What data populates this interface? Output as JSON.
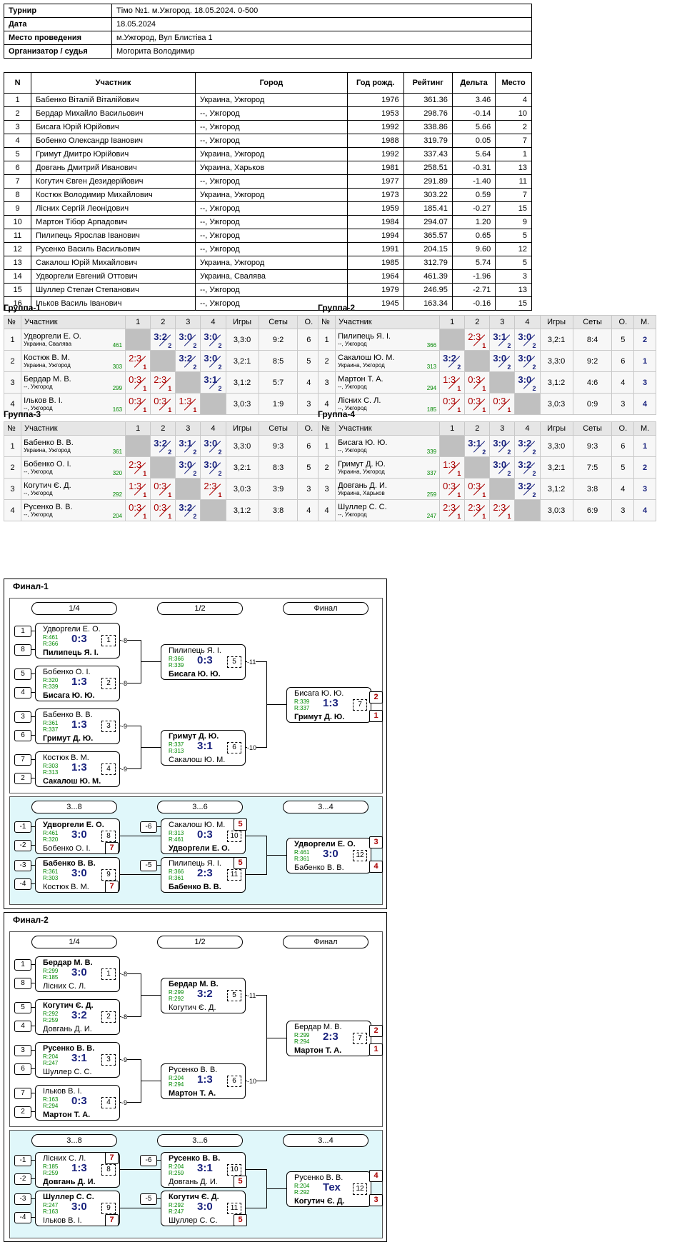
{
  "info": [
    {
      "k": "Турнир",
      "v": "Тімо №1. м.Ужгород. 18.05.2024. 0-500"
    },
    {
      "k": "Дата",
      "v": "18.05.2024"
    },
    {
      "k": "Место проведения",
      "v": "м.Ужгород, Вул Блистіва 1"
    },
    {
      "k": "Организатор / судья",
      "v": "Могорита Володимир"
    }
  ],
  "parts_header": [
    "N",
    "Участник",
    "Город",
    "Год рожд.",
    "Рейтинг",
    "Дельта",
    "Место"
  ],
  "parts": [
    [
      "1",
      "Бабенко Віталій Віталійович",
      "Украина, Ужгород",
      "1976",
      "361.36",
      "3.46",
      "4"
    ],
    [
      "2",
      "Бердар Михайло Васильович",
      "--, Ужгород",
      "1953",
      "298.76",
      "-0.14",
      "10"
    ],
    [
      "3",
      "Бисага Юрій Юрійович",
      "--, Ужгород",
      "1992",
      "338.86",
      "5.66",
      "2"
    ],
    [
      "4",
      "Бобенко Олександр Іванович",
      "--, Ужгород",
      "1988",
      "319.79",
      "0.05",
      "7"
    ],
    [
      "5",
      "Гримут Дмитро Юрійович",
      "Украина, Ужгород",
      "1992",
      "337.43",
      "5.64",
      "1"
    ],
    [
      "6",
      "Довгань Дмитрий Иванович",
      "Украина, Харьков",
      "1981",
      "258.51",
      "-0.31",
      "13"
    ],
    [
      "7",
      "Когутич Євген Дезидерійович",
      "--, Ужгород",
      "1977",
      "291.89",
      "-1.40",
      "11"
    ],
    [
      "8",
      "Костюк Володимир Михайлович",
      "Украина, Ужгород",
      "1973",
      "303.22",
      "0.59",
      "7"
    ],
    [
      "9",
      "Лісних Сергій Леонідович",
      "--, Ужгород",
      "1959",
      "185.41",
      "-0.27",
      "15"
    ],
    [
      "10",
      "Мартон Тібор Арпадович",
      "--, Ужгород",
      "1984",
      "294.07",
      "1.20",
      "9"
    ],
    [
      "11",
      "Пилипець Ярослав Іванович",
      "--, Ужгород",
      "1994",
      "365.57",
      "0.65",
      "5"
    ],
    [
      "12",
      "Русенко Василь Васильович",
      "--, Ужгород",
      "1991",
      "204.15",
      "9.60",
      "12"
    ],
    [
      "13",
      "Сакалош Юрій Михайлович",
      "Украина, Ужгород",
      "1985",
      "312.79",
      "5.74",
      "5"
    ],
    [
      "14",
      "Удворгели Евгений Оттович",
      "Украина, Свалява",
      "1964",
      "461.39",
      "-1.96",
      "3"
    ],
    [
      "15",
      "Шуллер Степан Степанович",
      "--, Ужгород",
      "1979",
      "246.95",
      "-2.71",
      "13"
    ],
    [
      "16",
      "Ільков Василь Іванович",
      "--, Ужгород",
      "1945",
      "163.34",
      "-0.16",
      "15"
    ]
  ],
  "group_header": [
    "№",
    "Участник",
    "1",
    "2",
    "3",
    "4",
    "Игры",
    "Сеты",
    "О.",
    "М."
  ],
  "groups": [
    {
      "title": "Группа-1",
      "rows": [
        {
          "n": "1",
          "name": "Удворгели Е. О.",
          "city": "Украина, Свалява",
          "r": "461",
          "cells": [
            null,
            [
              "3:2",
              "2",
              "w"
            ],
            [
              "3:0",
              "2",
              "w"
            ],
            [
              "3:0",
              "2",
              "w"
            ]
          ],
          "games": "3,3:0",
          "sets": "9:2",
          "pts": "6",
          "pl": "1"
        },
        {
          "n": "2",
          "name": "Костюк В. М.",
          "city": "Украина, Ужгород",
          "r": "303",
          "cells": [
            [
              "2:3",
              "1",
              "l"
            ],
            null,
            [
              "3:2",
              "2",
              "w"
            ],
            [
              "3:0",
              "2",
              "w"
            ]
          ],
          "games": "3,2:1",
          "sets": "8:5",
          "pts": "5",
          "pl": "2"
        },
        {
          "n": "3",
          "name": "Бердар М. В.",
          "city": "--, Ужгород",
          "r": "299",
          "cells": [
            [
              "0:3",
              "1",
              "l"
            ],
            [
              "2:3",
              "1",
              "l"
            ],
            null,
            [
              "3:1",
              "2",
              "w"
            ]
          ],
          "games": "3,1:2",
          "sets": "5:7",
          "pts": "4",
          "pl": "3"
        },
        {
          "n": "4",
          "name": "Ільков В. І.",
          "city": "--, Ужгород",
          "r": "163",
          "cells": [
            [
              "0:3",
              "1",
              "l"
            ],
            [
              "0:3",
              "1",
              "l"
            ],
            [
              "1:3",
              "1",
              "l"
            ],
            null
          ],
          "games": "3,0:3",
          "sets": "1:9",
          "pts": "3",
          "pl": "4"
        }
      ]
    },
    {
      "title": "Группа-2",
      "rows": [
        {
          "n": "1",
          "name": "Пилипець Я. І.",
          "city": "--, Ужгород",
          "r": "366",
          "cells": [
            null,
            [
              "2:3",
              "1",
              "l"
            ],
            [
              "3:1",
              "2",
              "w"
            ],
            [
              "3:0",
              "2",
              "w"
            ]
          ],
          "games": "3,2:1",
          "sets": "8:4",
          "pts": "5",
          "pl": "2"
        },
        {
          "n": "2",
          "name": "Сакалош Ю. М.",
          "city": "Украина, Ужгород",
          "r": "313",
          "cells": [
            [
              "3:2",
              "2",
              "w"
            ],
            null,
            [
              "3:0",
              "2",
              "w"
            ],
            [
              "3:0",
              "2",
              "w"
            ]
          ],
          "games": "3,3:0",
          "sets": "9:2",
          "pts": "6",
          "pl": "1"
        },
        {
          "n": "3",
          "name": "Мартон Т. А.",
          "city": "--, Ужгород",
          "r": "294",
          "cells": [
            [
              "1:3",
              "1",
              "l"
            ],
            [
              "0:3",
              "1",
              "l"
            ],
            null,
            [
              "3:0",
              "2",
              "w"
            ]
          ],
          "games": "3,1:2",
          "sets": "4:6",
          "pts": "4",
          "pl": "3"
        },
        {
          "n": "4",
          "name": "Лісних С. Л.",
          "city": "--, Ужгород",
          "r": "185",
          "cells": [
            [
              "0:3",
              "1",
              "l"
            ],
            [
              "0:3",
              "1",
              "l"
            ],
            [
              "0:3",
              "1",
              "l"
            ],
            null
          ],
          "games": "3,0:3",
          "sets": "0:9",
          "pts": "3",
          "pl": "4"
        }
      ]
    },
    {
      "title": "Группа-3",
      "rows": [
        {
          "n": "1",
          "name": "Бабенко В. В.",
          "city": "Украина, Ужгород",
          "r": "361",
          "cells": [
            null,
            [
              "3:2",
              "2",
              "w"
            ],
            [
              "3:1",
              "2",
              "w"
            ],
            [
              "3:0",
              "2",
              "w"
            ]
          ],
          "games": "3,3:0",
          "sets": "9:3",
          "pts": "6",
          "pl": "1"
        },
        {
          "n": "2",
          "name": "Бобенко О. І.",
          "city": "--, Ужгород",
          "r": "320",
          "cells": [
            [
              "2:3",
              "1",
              "l"
            ],
            null,
            [
              "3:0",
              "2",
              "w"
            ],
            [
              "3:0",
              "2",
              "w"
            ]
          ],
          "games": "3,2:1",
          "sets": "8:3",
          "pts": "5",
          "pl": "2"
        },
        {
          "n": "3",
          "name": "Когутич Є. Д.",
          "city": "--, Ужгород",
          "r": "292",
          "cells": [
            [
              "1:3",
              "1",
              "l"
            ],
            [
              "0:3",
              "1",
              "l"
            ],
            null,
            [
              "2:3",
              "1",
              "l"
            ]
          ],
          "games": "3,0:3",
          "sets": "3:9",
          "pts": "3",
          "pl": "4"
        },
        {
          "n": "4",
          "name": "Русенко В. В.",
          "city": "--, Ужгород",
          "r": "204",
          "cells": [
            [
              "0:3",
              "1",
              "l"
            ],
            [
              "0:3",
              "1",
              "l"
            ],
            [
              "3:2",
              "2",
              "w"
            ],
            null
          ],
          "games": "3,1:2",
          "sets": "3:8",
          "pts": "4",
          "pl": "3"
        }
      ]
    },
    {
      "title": "Группа-4",
      "rows": [
        {
          "n": "1",
          "name": "Бисага Ю. Ю.",
          "city": "--, Ужгород",
          "r": "339",
          "cells": [
            null,
            [
              "3:1",
              "2",
              "w"
            ],
            [
              "3:0",
              "2",
              "w"
            ],
            [
              "3:2",
              "2",
              "w"
            ]
          ],
          "games": "3,3:0",
          "sets": "9:3",
          "pts": "6",
          "pl": "1"
        },
        {
          "n": "2",
          "name": "Гримут Д. Ю.",
          "city": "Украина, Ужгород",
          "r": "337",
          "cells": [
            [
              "1:3",
              "1",
              "l"
            ],
            null,
            [
              "3:0",
              "2",
              "w"
            ],
            [
              "3:2",
              "2",
              "w"
            ]
          ],
          "games": "3,2:1",
          "sets": "7:5",
          "pts": "5",
          "pl": "2"
        },
        {
          "n": "3",
          "name": "Довгань Д. И.",
          "city": "Украина, Харьков",
          "r": "259",
          "cells": [
            [
              "0:3",
              "1",
              "l"
            ],
            [
              "0:3",
              "1",
              "l"
            ],
            null,
            [
              "3:2",
              "2",
              "w"
            ]
          ],
          "games": "3,1:2",
          "sets": "3:8",
          "pts": "4",
          "pl": "3"
        },
        {
          "n": "4",
          "name": "Шуллер С. С.",
          "city": "--, Ужгород",
          "r": "247",
          "cells": [
            [
              "2:3",
              "1",
              "l"
            ],
            [
              "2:3",
              "1",
              "l"
            ],
            [
              "2:3",
              "1",
              "l"
            ],
            null
          ],
          "games": "3,0:3",
          "sets": "6:9",
          "pts": "3",
          "pl": "4"
        }
      ]
    }
  ],
  "finals": [
    {
      "title": "Финал-1",
      "pills": [
        "1/4",
        "1/2",
        "Финал",
        "3...8",
        "3...6",
        "3...4"
      ],
      "seeds": [
        "1",
        "8",
        "5",
        "4",
        "3",
        "6",
        "7",
        "2"
      ],
      "lseeds": [
        "-1",
        "-2",
        "-3",
        "-4",
        "-6",
        "-5"
      ],
      "matches": [
        {
          "t": "Удворгели Е. О.",
          "tb": false,
          "r1": "R:461",
          "r2": "R:366",
          "s": "0:3",
          "b": "Пилипець Я. І.",
          "bb": true,
          "m": "1"
        },
        {
          "t": "Бобенко О. І.",
          "tb": false,
          "r1": "R:320",
          "r2": "R:339",
          "s": "1:3",
          "b": "Бисага Ю. Ю.",
          "bb": true,
          "m": "2"
        },
        {
          "t": "Бабенко В. В.",
          "tb": false,
          "r1": "R:361",
          "r2": "R:337",
          "s": "1:3",
          "b": "Гримут Д. Ю.",
          "bb": true,
          "m": "3"
        },
        {
          "t": "Костюк В. М.",
          "tb": false,
          "r1": "R:303",
          "r2": "R:313",
          "s": "1:3",
          "b": "Сакалош Ю. М.",
          "bb": true,
          "m": "4"
        },
        {
          "t": "Пилипець Я. І.",
          "tb": false,
          "r1": "R:366",
          "r2": "R:339",
          "s": "0:3",
          "b": "Бисага Ю. Ю.",
          "bb": true,
          "m": "5"
        },
        {
          "t": "Гримут Д. Ю.",
          "tb": true,
          "r1": "R:337",
          "r2": "R:313",
          "s": "3:1",
          "b": "Сакалош Ю. М.",
          "bb": false,
          "m": "6"
        },
        {
          "t": "Бисага Ю. Ю.",
          "tb": false,
          "r1": "R:339",
          "r2": "R:337",
          "s": "1:3",
          "b": "Гримут Д. Ю.",
          "bb": true,
          "m": "7"
        },
        {
          "t": "Удворгели Е. О.",
          "tb": true,
          "r1": "R:461",
          "r2": "R:320",
          "s": "3:0",
          "b": "Бобенко О. І.",
          "bb": false,
          "m": "8"
        },
        {
          "t": "Бабенко В. В.",
          "tb": true,
          "r1": "R:361",
          "r2": "R:303",
          "s": "3:0",
          "b": "Костюк В. М.",
          "bb": false,
          "m": "9"
        },
        {
          "t": "Сакалош Ю. М.",
          "tb": false,
          "r1": "R:313",
          "r2": "R:461",
          "s": "0:3",
          "b": "Удворгели Е. О.",
          "bb": true,
          "m": "10"
        },
        {
          "t": "Пилипець Я. І.",
          "tb": false,
          "r1": "R:366",
          "r2": "R:361",
          "s": "2:3",
          "b": "Бабенко В. В.",
          "bb": true,
          "m": "11"
        },
        {
          "t": "Удворгели Е. О.",
          "tb": true,
          "r1": "R:461",
          "r2": "R:361",
          "s": "3:0",
          "b": "Бабенко В. В.",
          "bb": false,
          "m": "12"
        }
      ],
      "losers": [
        "-8",
        "-8",
        "-9",
        "-9",
        "-11",
        "-10"
      ],
      "tags": [
        "2",
        "1",
        "7",
        "7",
        "5",
        "5",
        "3",
        "4"
      ]
    },
    {
      "title": "Финал-2",
      "pills": [
        "1/4",
        "1/2",
        "Финал",
        "3...8",
        "3...6",
        "3...4"
      ],
      "seeds": [
        "1",
        "8",
        "5",
        "4",
        "3",
        "6",
        "7",
        "2"
      ],
      "lseeds": [
        "-1",
        "-2",
        "-3",
        "-4",
        "-6",
        "-5"
      ],
      "matches": [
        {
          "t": "Бердар М. В.",
          "tb": true,
          "r1": "R:299",
          "r2": "R:185",
          "s": "3:0",
          "b": "Лісних С. Л.",
          "bb": false,
          "m": "1"
        },
        {
          "t": "Когутич Є. Д.",
          "tb": true,
          "r1": "R:292",
          "r2": "R:259",
          "s": "3:2",
          "b": "Довгань Д. И.",
          "bb": false,
          "m": "2"
        },
        {
          "t": "Русенко В. В.",
          "tb": true,
          "r1": "R:204",
          "r2": "R:247",
          "s": "3:1",
          "b": "Шуллер С. С.",
          "bb": false,
          "m": "3"
        },
        {
          "t": "Ільков В. І.",
          "tb": false,
          "r1": "R:163",
          "r2": "R:294",
          "s": "0:3",
          "b": "Мартон Т. А.",
          "bb": true,
          "m": "4"
        },
        {
          "t": "Бердар М. В.",
          "tb": true,
          "r1": "R:299",
          "r2": "R:292",
          "s": "3:2",
          "b": "Когутич Є. Д.",
          "bb": false,
          "m": "5"
        },
        {
          "t": "Русенко В. В.",
          "tb": false,
          "r1": "R:204",
          "r2": "R:294",
          "s": "1:3",
          "b": "Мартон Т. А.",
          "bb": true,
          "m": "6"
        },
        {
          "t": "Бердар М. В.",
          "tb": false,
          "r1": "R:299",
          "r2": "R:294",
          "s": "2:3",
          "b": "Мартон Т. А.",
          "bb": true,
          "m": "7"
        },
        {
          "t": "Лісних С. Л.",
          "tb": false,
          "r1": "R:185",
          "r2": "R:259",
          "s": "1:3",
          "b": "Довгань Д. И.",
          "bb": true,
          "m": "8"
        },
        {
          "t": "Шуллер С. С.",
          "tb": true,
          "r1": "R:247",
          "r2": "R:163",
          "s": "3:0",
          "b": "Ільков В. І.",
          "bb": false,
          "m": "9"
        },
        {
          "t": "Русенко В. В.",
          "tb": true,
          "r1": "R:204",
          "r2": "R:259",
          "s": "3:1",
          "b": "Довгань Д. И.",
          "bb": false,
          "m": "10"
        },
        {
          "t": "Когутич Є. Д.",
          "tb": true,
          "r1": "R:292",
          "r2": "R:247",
          "s": "3:0",
          "b": "Шуллер С. С.",
          "bb": false,
          "m": "11"
        },
        {
          "t": "Русенко В. В.",
          "tb": false,
          "r1": "R:204",
          "r2": "R:292",
          "s": "Тех",
          "b": "Когутич Є. Д.",
          "bb": true,
          "m": "12"
        }
      ],
      "losers": [
        "-8",
        "-8",
        "-9",
        "-9",
        "-11",
        "-10"
      ],
      "tags": [
        "2",
        "1",
        "7",
        "7",
        "5",
        "5",
        "4",
        "3"
      ]
    }
  ]
}
